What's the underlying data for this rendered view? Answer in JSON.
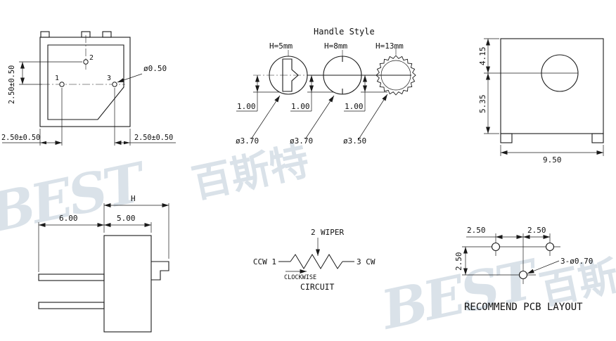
{
  "top_view": {
    "pins": [
      "1",
      "2",
      "3"
    ],
    "dim_row_spacing": "2.50±0.50",
    "dim_bottom_left": "2.50±0.50",
    "dim_bottom_right": "2.50±0.50",
    "hole_label": "ø0.50"
  },
  "handle_style": {
    "title": "Handle Style",
    "handles": [
      {
        "height": "H=5mm",
        "slot_depth": "1.00",
        "diameter": "ø3.70"
      },
      {
        "height": "H=8mm",
        "slot_depth": "1.00",
        "diameter": "ø3.70"
      },
      {
        "height": "H=13mm",
        "slot_depth": "1.00",
        "diameter": "ø3.50"
      }
    ]
  },
  "side_view": {
    "dim_top_to_center": "4.15",
    "dim_center_to_bottom": "5.35",
    "dim_width": "9.50"
  },
  "front_view": {
    "dim_height": "H",
    "dim_pin_length": "6.00",
    "dim_body_width": "5.00"
  },
  "circuit": {
    "wiper_pin": "2",
    "wiper_label": "WIPER",
    "ccw_label": "CCW 1",
    "cw_label": "3 CW",
    "rotation_label": "CLOCKWISE",
    "caption": "CIRCUIT"
  },
  "pcb_layout": {
    "dim_pitch_left": "2.50",
    "dim_pitch_right": "2.50",
    "dim_pitch_vertical": "2.50",
    "holes_label": "3-ø0.70",
    "caption": "RECOMMEND PCB LAYOUT"
  },
  "watermark": {
    "latin": "BEST",
    "cjk": "百斯特"
  },
  "colors": {
    "line": "#1a1a1a",
    "watermark": "#bccbd8"
  }
}
